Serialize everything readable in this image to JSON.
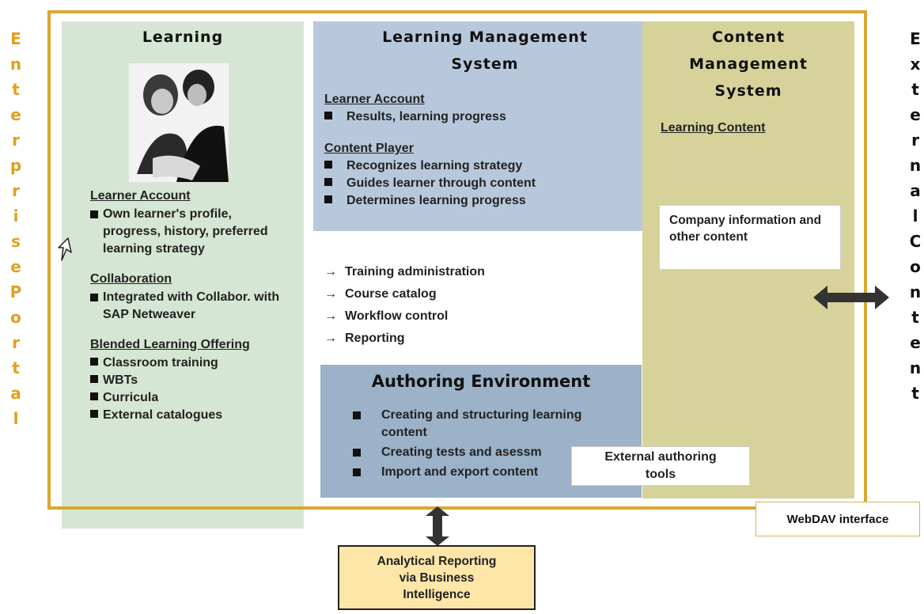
{
  "left_vertical": [
    "E",
    "n",
    "t",
    "e",
    "r",
    "p",
    "r",
    "i",
    "s",
    "e",
    "P",
    "o",
    "r",
    "t",
    "a",
    "l"
  ],
  "right_vertical": [
    "E",
    "x",
    "t",
    "e",
    "r",
    "n",
    "a",
    "l",
    "C",
    "o",
    "n",
    "t",
    "e",
    "n",
    "t"
  ],
  "learning": {
    "title": "Learning",
    "sections": [
      {
        "heading": "Learner Account",
        "items": [
          "Own learner's profile, progress, history, preferred learning strategy"
        ]
      },
      {
        "heading": "Collaboration",
        "items": [
          "Integrated with Collabor. with SAP Netweaver"
        ]
      },
      {
        "heading": "Blended Learning Offering",
        "items": [
          "Classroom training",
          "WBTs",
          "Curricula",
          "External catalogues"
        ]
      }
    ]
  },
  "lms": {
    "title_line1": "Learning Management",
    "title_line2": "System",
    "sections": [
      {
        "heading": "Learner Account",
        "items": [
          "Results, learning progress"
        ]
      },
      {
        "heading": "Content Player",
        "items": [
          "Recognizes learning strategy",
          "Guides learner through content",
          "Determines learning progress"
        ]
      }
    ],
    "arrow_items": [
      "Training administration",
      "Course catalog",
      "Workflow control",
      "Reporting"
    ]
  },
  "cms": {
    "title_line1": "Content",
    "title_line2": "Management",
    "title_line3": "System",
    "heading": "Learning Content",
    "company_box": "Company information and other content"
  },
  "authoring": {
    "title": "Authoring Environment",
    "items": [
      "Creating and structuring learning content",
      "Creating tests and asessm",
      "Import and export content"
    ],
    "external_tools": "External authoring tools"
  },
  "webdav": "WebDAV interface",
  "analytical": "Analytical Reporting via Business Intelligence",
  "colors": {
    "portal_orange": "#e0a020",
    "frame_gold": "#d8a830",
    "learning_bg": "#d6e6d4",
    "lms_bg": "#b8c8dc",
    "authoring_bg": "#9bb2c8",
    "cms_bg": "#d6d29a",
    "analytical_bg": "#fde6a8"
  },
  "icons": {
    "cursor": "pointer-cursor-icon",
    "photo": "learners-photo"
  }
}
